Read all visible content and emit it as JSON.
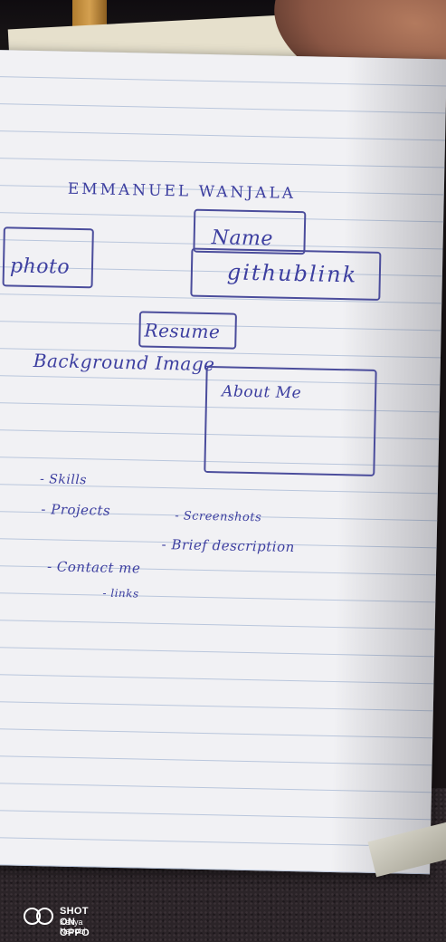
{
  "note": {
    "title": "EMMANUEL WANJALA",
    "name_box": "Name",
    "photo_box": "photo",
    "github_box": "githublink",
    "resume_box": "Resume",
    "background": "Background Image",
    "about_box": "About Me",
    "skills": "- Skills",
    "projects": "- Projects",
    "screenshots": "- Screenshots",
    "brief": "- Brief description",
    "contact": "- Contact me",
    "links": "- links"
  },
  "watermark": {
    "line1": "SHOT ON OPPO",
    "line2": "Kenya  Nairobi"
  },
  "colors": {
    "ink": "#3d3fa0",
    "paper": "#f1f1f4",
    "rule": "#b9c6dc"
  }
}
